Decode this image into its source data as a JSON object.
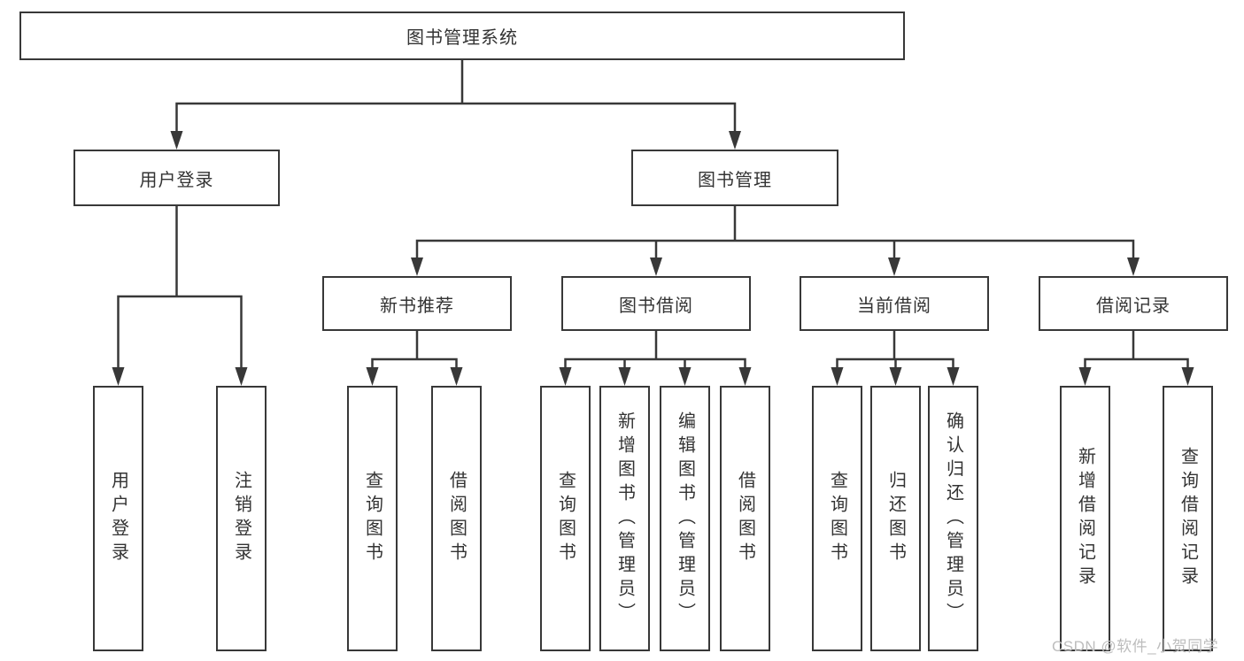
{
  "diagram": {
    "root": "图书管理系统",
    "level1": [
      "用户登录",
      "图书管理"
    ],
    "level2": [
      "新书推荐",
      "图书借阅",
      "当前借阅",
      "借阅记录"
    ],
    "leaves_user_login": [
      "用户登录",
      "注销登录"
    ],
    "leaves_new_book": [
      "查询图书",
      "借阅图书"
    ],
    "leaves_book_borrow": [
      "查询图书",
      "新增图书（管理员）",
      "编辑图书（管理员）",
      "借阅图书"
    ],
    "leaves_current_borrow": [
      "查询图书",
      "归还图书",
      "确认归还（管理员）"
    ],
    "leaves_borrow_records": [
      "新增借阅记录",
      "查询借阅记录"
    ]
  },
  "watermark": "CSDN @软件_小贺同学",
  "colors": {
    "line": "#383838",
    "text": "#333333",
    "background": "#ffffff",
    "watermark": "#bdbdbd"
  }
}
